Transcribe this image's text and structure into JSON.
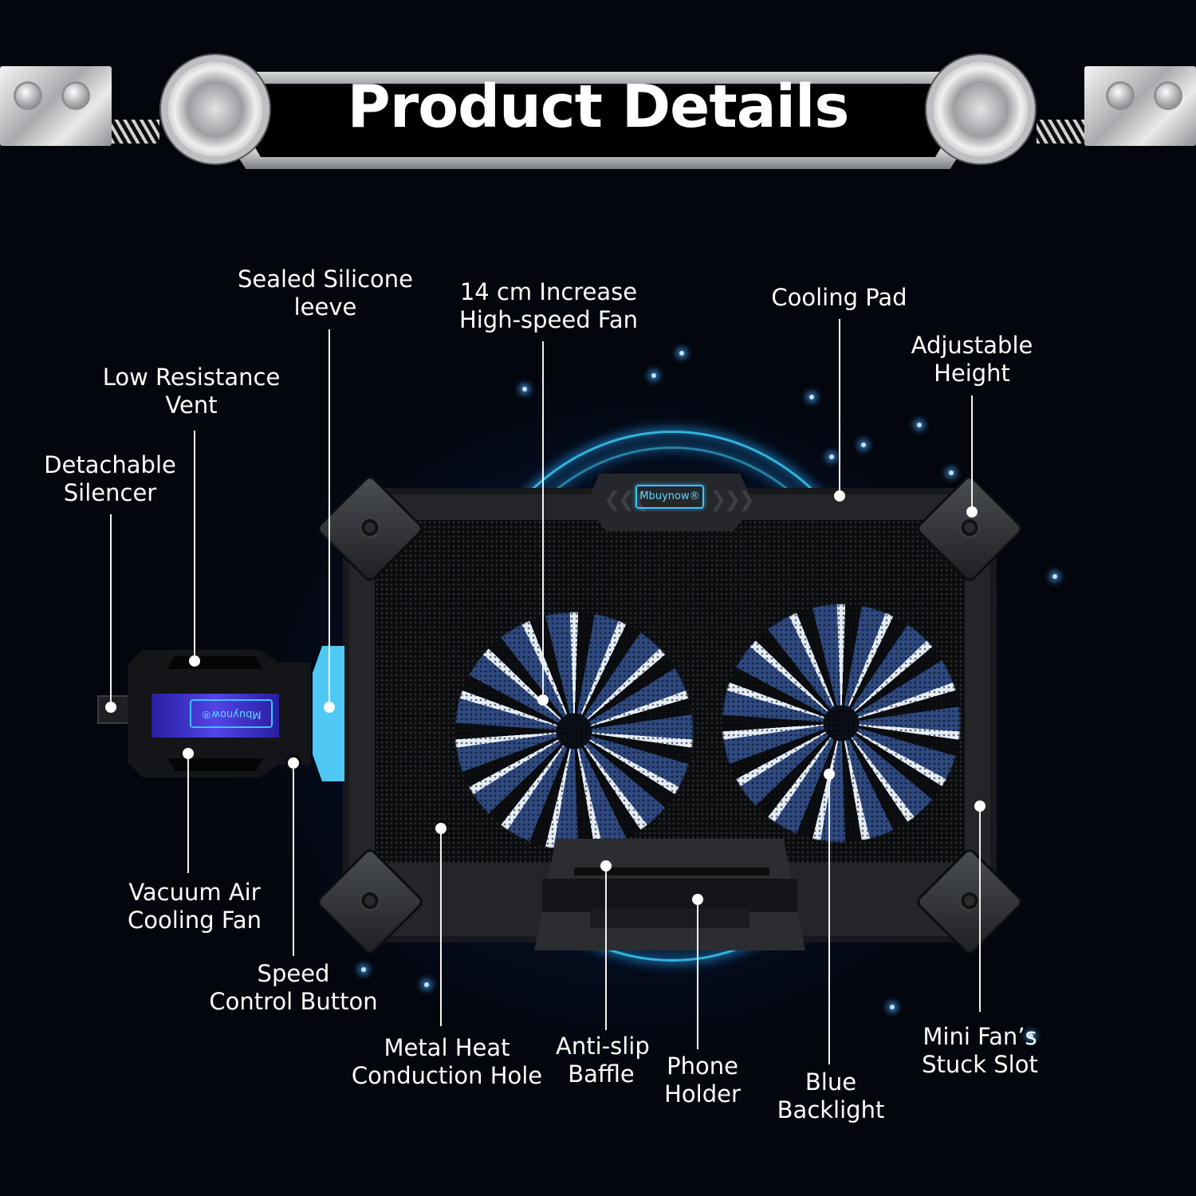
{
  "header": {
    "title": "Product Details"
  },
  "product": {
    "brand_logo": "Mbuynow®",
    "vacuum_logo": "Mbuynow®"
  },
  "colors": {
    "background": "#03060c",
    "glow_blue": "#1e78ff",
    "ring_cyan": "#3cd2ff",
    "sleeve_blue": "#4fc8f5",
    "logo_cyan": "#35c8ff",
    "text": "#ffffff"
  },
  "callouts": [
    {
      "id": "sealed-silicone-sleeve",
      "line1": "Sealed Silicone",
      "line2": "leeve"
    },
    {
      "id": "low-resistance-vent",
      "line1": "Low Resistance",
      "line2": "Vent"
    },
    {
      "id": "detachable-silencer",
      "line1": "Detachable",
      "line2": "Silencer"
    },
    {
      "id": "high-speed-fan",
      "line1": "14 cm Increase",
      "line2": "High-speed Fan"
    },
    {
      "id": "cooling-pad",
      "line1": "Cooling Pad",
      "line2": ""
    },
    {
      "id": "adjustable-height",
      "line1": "Adjustable",
      "line2": "Height"
    },
    {
      "id": "vacuum-air-cooling-fan",
      "line1": "Vacuum Air",
      "line2": "Cooling Fan"
    },
    {
      "id": "speed-control-button",
      "line1": "Speed",
      "line2": "Control Button"
    },
    {
      "id": "metal-heat-conduction-hole",
      "line1": "Metal Heat",
      "line2": "Conduction Hole"
    },
    {
      "id": "anti-slip-baffle",
      "line1": "Anti-slip",
      "line2": "Baffle"
    },
    {
      "id": "phone-holder",
      "line1": "Phone",
      "line2": "Holder"
    },
    {
      "id": "blue-backlight",
      "line1": "Blue",
      "line2": "Backlight"
    },
    {
      "id": "mini-fan-stuck-slot",
      "line1": "Mini Fan’s",
      "line2": "Stuck Slot"
    }
  ]
}
